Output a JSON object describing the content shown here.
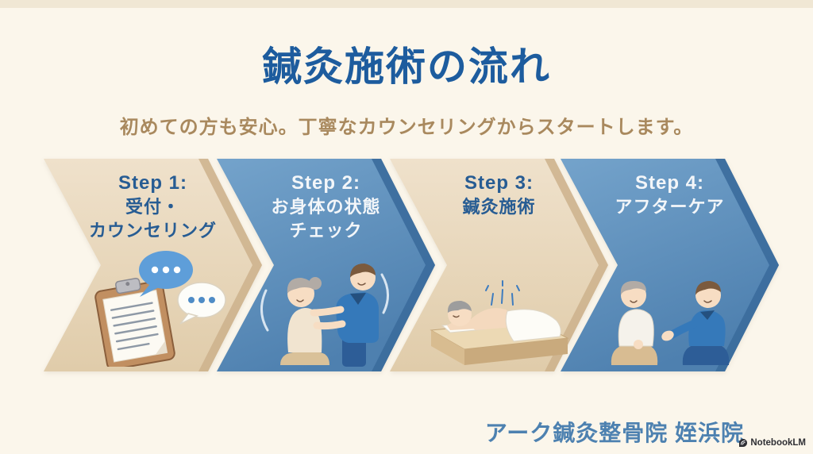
{
  "slide": {
    "title": "鍼灸施術の流れ",
    "subtitle": "初めての方も安心。丁寧なカウンセリングからスタートします。"
  },
  "steps": [
    {
      "label": "Step 1:",
      "line1": "受付・",
      "line2": "カウンセリング",
      "scheme": "tan",
      "illustration": "clipboard-and-speech-bubbles"
    },
    {
      "label": "Step 2:",
      "line1": "お身体の状態",
      "line2": "チェック",
      "scheme": "blue",
      "illustration": "practitioner-checking-seated-patient"
    },
    {
      "label": "Step 3:",
      "line1": "鍼灸施術",
      "line2": "",
      "scheme": "tan",
      "illustration": "patient-lying-on-table-acupuncture"
    },
    {
      "label": "Step 4:",
      "line1": "アフターケア",
      "line2": "",
      "scheme": "blue",
      "illustration": "seated-conversation-aftercare"
    }
  ],
  "footer": {
    "clinic_name": "アーク鍼灸整骨院 姪浜院",
    "watermark": "NotebookLM"
  },
  "colors": {
    "background": "#FBF6EB",
    "top_band": "#F0E7D4",
    "title_blue": "#1D5C9E",
    "subtitle_brown": "#A9895E",
    "tan_chevron": "#E6D4B7",
    "tan_chevron_bevel": "#CDB28C",
    "blue_chevron": "#5C8FBC",
    "blue_chevron_bevel": "#3B6C9C",
    "step_text_on_tan": "#275C93",
    "step_text_on_blue": "#F3F6F9",
    "footer_blue": "#4D81B0",
    "watermark_dark": "#2E2E33"
  }
}
